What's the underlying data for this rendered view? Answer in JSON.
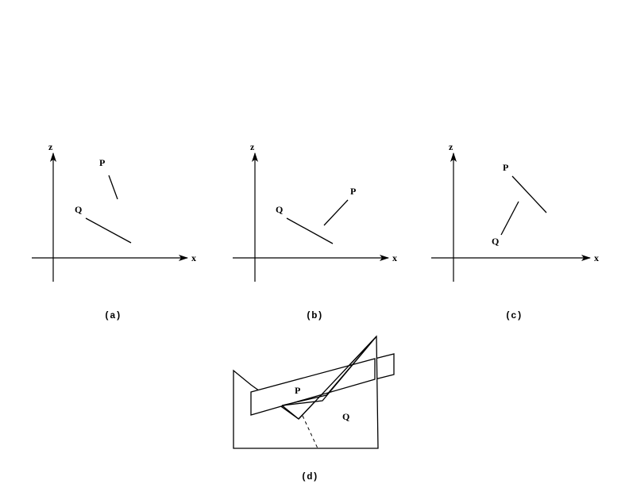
{
  "panel_a": {
    "z_label": "z",
    "x_label": "x",
    "p_label": "P",
    "q_label": "Q",
    "caption": "(a)"
  },
  "panel_b": {
    "z_label": "z",
    "x_label": "x",
    "p_label": "P",
    "q_label": "Q",
    "caption": "(b)"
  },
  "panel_c": {
    "z_label": "z",
    "x_label": "x",
    "p_label": "P",
    "q_label": "Q",
    "caption": "(c)"
  },
  "panel_d": {
    "p_label": "P",
    "q_label": "Q",
    "caption": "(d)"
  }
}
